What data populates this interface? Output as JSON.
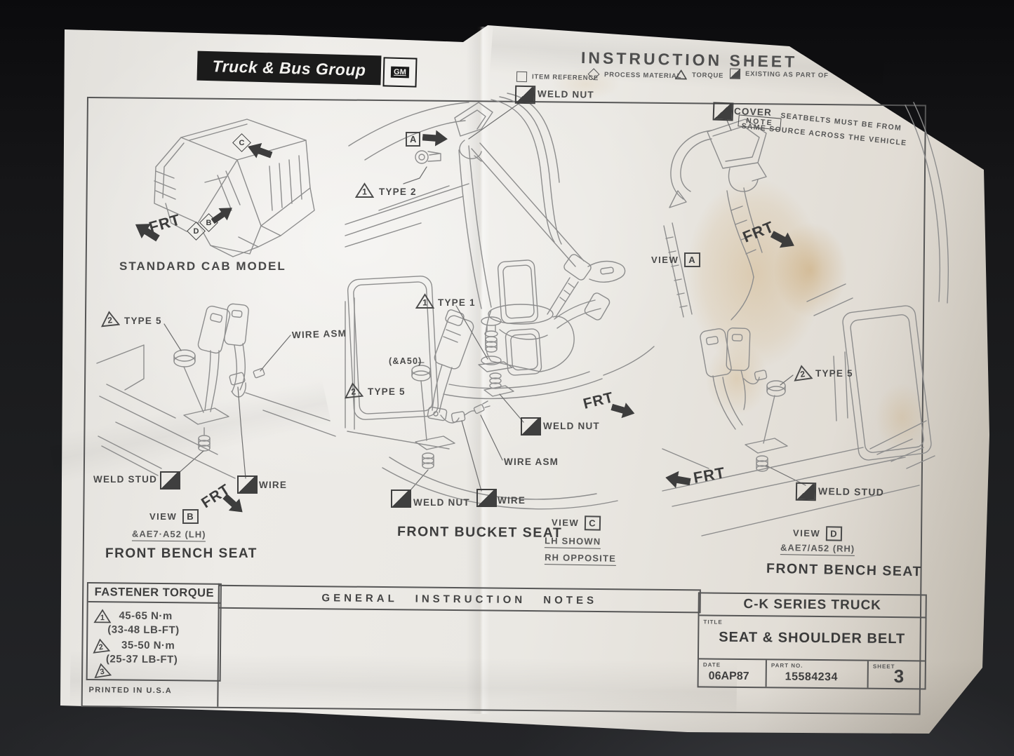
{
  "header": {
    "brand": "Truck & Bus Group",
    "logo": "GM",
    "title": "INSTRUCTION SHEET",
    "legend": [
      {
        "label": "ITEM REFERENCE"
      },
      {
        "label": "PROCESS MATERIAL"
      },
      {
        "label": "TORQUE"
      },
      {
        "label": "EXISTING AS PART OF"
      }
    ]
  },
  "left": {
    "ref_c": "C",
    "ref_d": "D",
    "ref_b": "B",
    "frt_cab": "FRT",
    "cab_caption": "STANDARD CAB MODEL",
    "tri2": "2",
    "type5": "TYPE 5",
    "wire_asm": "WIRE ASM",
    "weld_stud": "WELD STUD",
    "wire": "WIRE",
    "frt": "FRT",
    "view_label": "VIEW",
    "view_ref": "B",
    "code": "&AE7·A52 (LH)",
    "caption": "FRONT BENCH SEAT"
  },
  "middle": {
    "weld_nut_top": "WELD NUT",
    "ref_a": "A",
    "tri1a": "1",
    "type2": "TYPE 2",
    "tri1b": "1",
    "type1": "TYPE 1",
    "a50": "(&A50)",
    "tri2": "2",
    "type5": "TYPE 5",
    "frt": "FRT",
    "weld_nut_mid": "WELD NUT",
    "wire_asm": "WIRE ASM",
    "weld_nut_bottom": "WELD NUT",
    "wire": "WIRE",
    "caption": "FRONT BUCKET SEAT",
    "view_label": "VIEW",
    "view_ref": "C",
    "lh_shown": "LH SHOWN",
    "rh_opposite": "RH OPPOSITE"
  },
  "right": {
    "cover": "COVER",
    "note_label": "NOTE",
    "note_line1": "SEATBELTS MUST BE FROM",
    "note_line2": "SAME SOURCE ACROSS THE VEHICLE",
    "frt_top": "FRT",
    "view_label": "VIEW",
    "view_ref_a": "A",
    "tri2": "2",
    "type5": "TYPE 5",
    "frt_bottom": "FRT",
    "weld_stud": "WELD STUD",
    "view_label2": "VIEW",
    "view_ref_d": "D",
    "code": "&AE7/A52 (RH)",
    "caption": "FRONT BENCH SEAT"
  },
  "footer": {
    "fastener_title": "FASTENER TORQUE",
    "torques": [
      {
        "tri": "1",
        "nm": "45-65 N·m",
        "lbft": "(33-48 LB-FT)"
      },
      {
        "tri": "2",
        "nm": "35-50 N·m",
        "lbft": "(25-37 LB-FT)"
      },
      {
        "tri": "3",
        "nm": "",
        "lbft": ""
      }
    ],
    "printed": "PRINTED IN U.S.A",
    "notes_title": "GENERAL INSTRUCTION NOTES",
    "series": "C-K SERIES TRUCK",
    "title_label": "TITLE",
    "title": "SEAT & SHOULDER BELT",
    "date_label": "DATE",
    "date": "06AP87",
    "part_label": "PART NO.",
    "part": "15584234",
    "sheet_label": "SHEET",
    "sheet": "3"
  }
}
